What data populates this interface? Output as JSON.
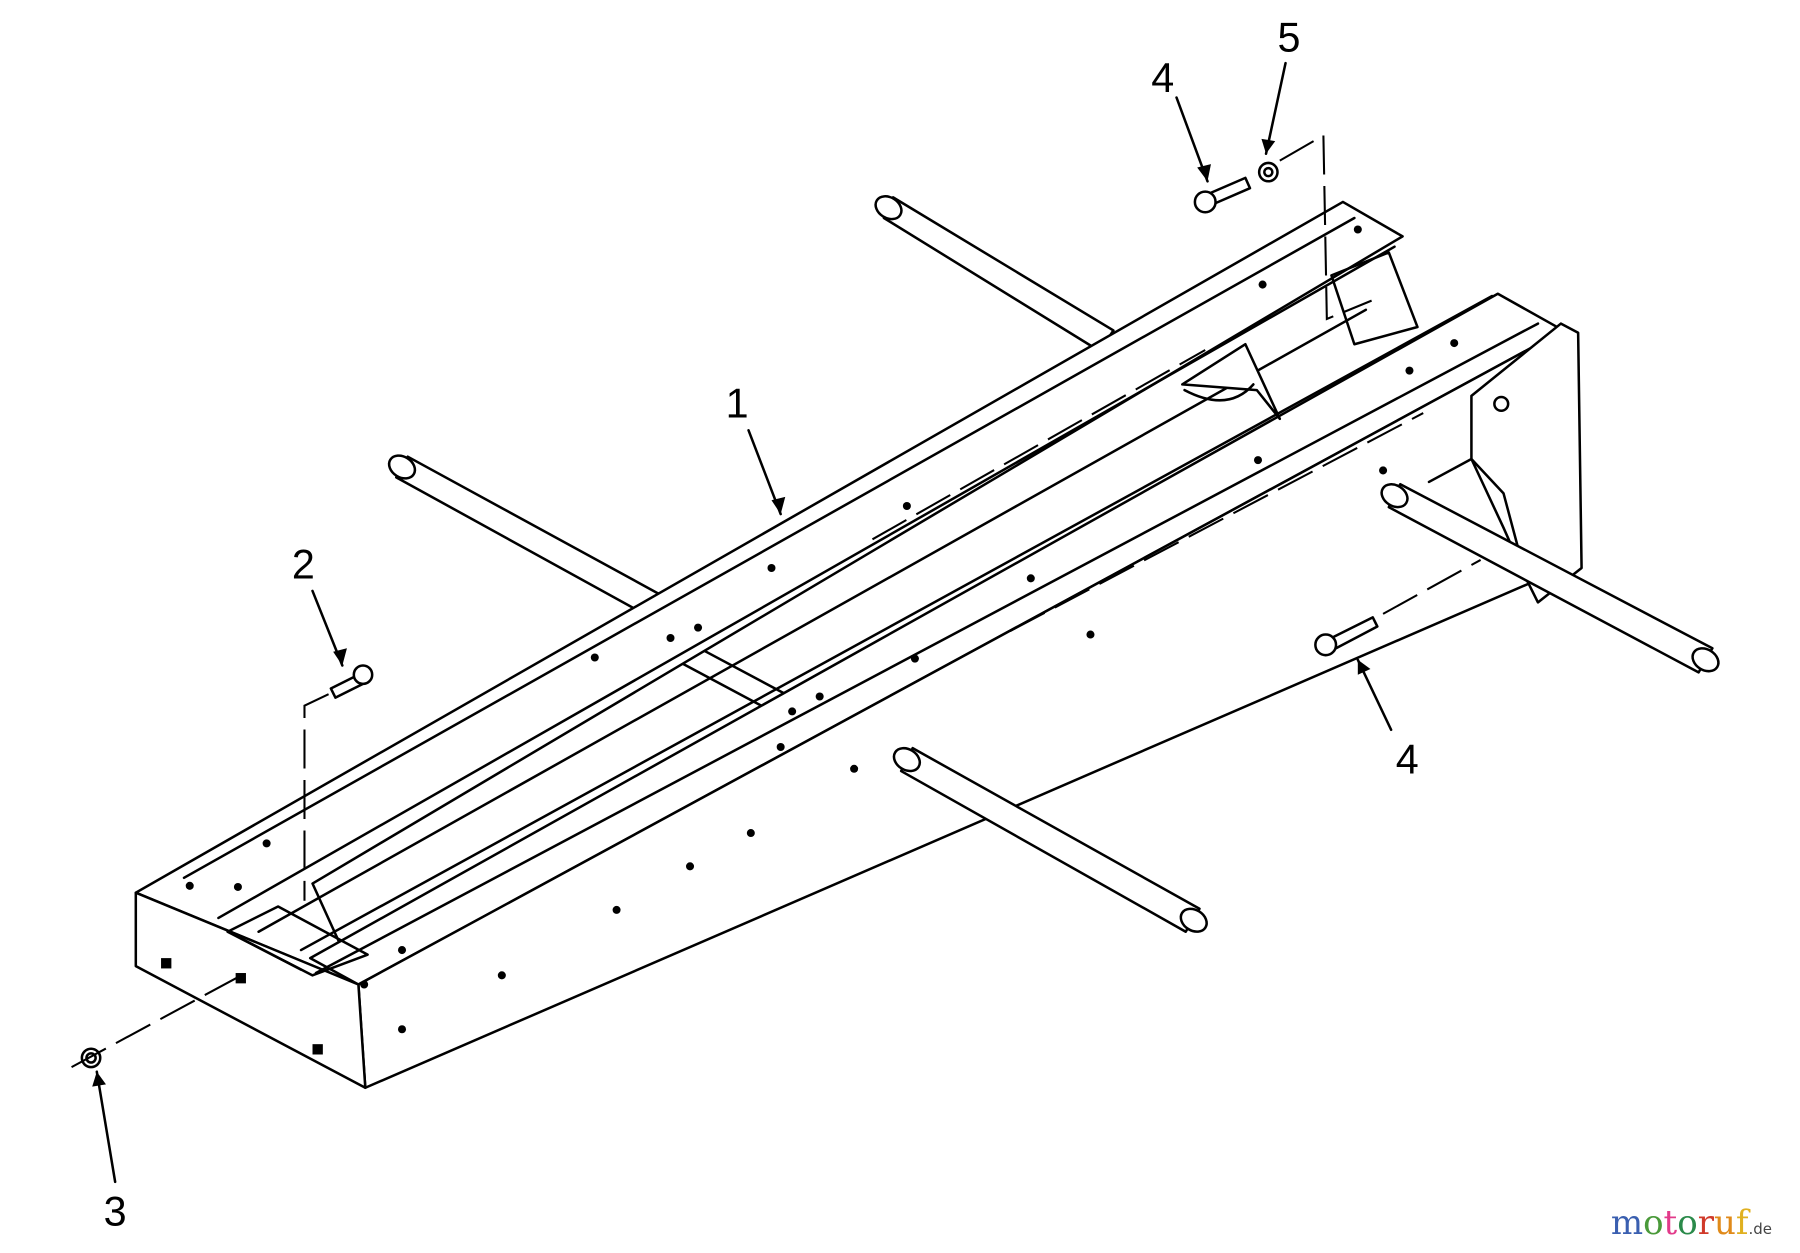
{
  "diagram": {
    "callouts": [
      {
        "id": "part-1",
        "label": "1"
      },
      {
        "id": "part-2",
        "label": "2"
      },
      {
        "id": "part-3",
        "label": "3"
      },
      {
        "id": "part-4-top",
        "label": "4"
      },
      {
        "id": "part-5",
        "label": "5"
      },
      {
        "id": "part-4-right",
        "label": "4"
      }
    ],
    "line_color": "#000000",
    "background": "#ffffff"
  },
  "watermark": {
    "text": "motoruf",
    "suffix": ".de",
    "letter_colors": [
      "#3a5fb0",
      "#4a9a3a",
      "#e23a8a",
      "#2a8a4a",
      "#d03a2a",
      "#e08a1a",
      "#e0b020"
    ]
  }
}
